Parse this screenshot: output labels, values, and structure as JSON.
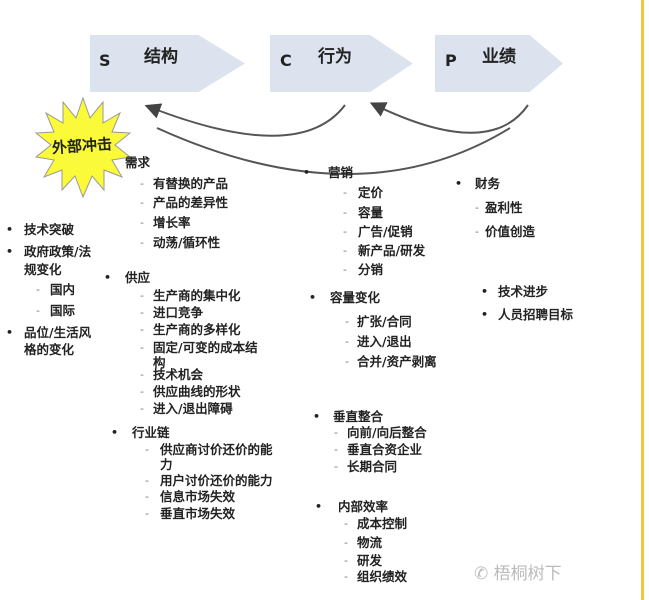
{
  "stages": [
    {
      "letter": "S",
      "label": "结构"
    },
    {
      "letter": "C",
      "label": "行为"
    },
    {
      "letter": "P",
      "label": "业绩"
    }
  ],
  "shock": "外部冲击",
  "left": {
    "items": [
      "技术突破",
      "政府政策/法",
      "规变化",
      "国内",
      "国际",
      "品位/生活风",
      "格的变化"
    ]
  },
  "structure": {
    "demand": {
      "title": "需求",
      "items": [
        "有替换的产品",
        "产品的差异性",
        "增长率",
        "动荡/循环性"
      ]
    },
    "supply": {
      "title": "供应",
      "items": [
        "生产商的集中化",
        "进口竞争",
        "生产商的多样化",
        "固定/可变的成本结",
        "构",
        "技术机会",
        "供应曲线的形状",
        "进入/退出障碍"
      ]
    },
    "chain": {
      "title": "行业链",
      "items": [
        "供应商讨价还价的能",
        "力",
        "用户讨价还价的能力",
        "信息市场失效",
        "垂直市场失效"
      ]
    }
  },
  "conduct": {
    "marketing": {
      "title": "营销",
      "items": [
        "定价",
        "容量",
        "广告/促销",
        "新产品/研发",
        "分销"
      ]
    },
    "capacity": {
      "title": "容量变化",
      "items": [
        "扩张/合同",
        "进入/退出",
        "合并/资产剥离"
      ]
    },
    "vertical": {
      "title": "垂直整合",
      "items": [
        "向前/向后整合",
        "垂直合资企业",
        "长期合同"
      ]
    },
    "internal": {
      "title": "内部效率",
      "items": [
        "成本控制",
        "物流",
        "研发",
        "组织绩效"
      ]
    }
  },
  "performance": {
    "finance": {
      "title": "财务",
      "items": [
        "盈利性",
        "价值创造"
      ]
    },
    "others": [
      "技术进步",
      "人员招聘目标"
    ]
  },
  "watermark": "梧桐树下"
}
